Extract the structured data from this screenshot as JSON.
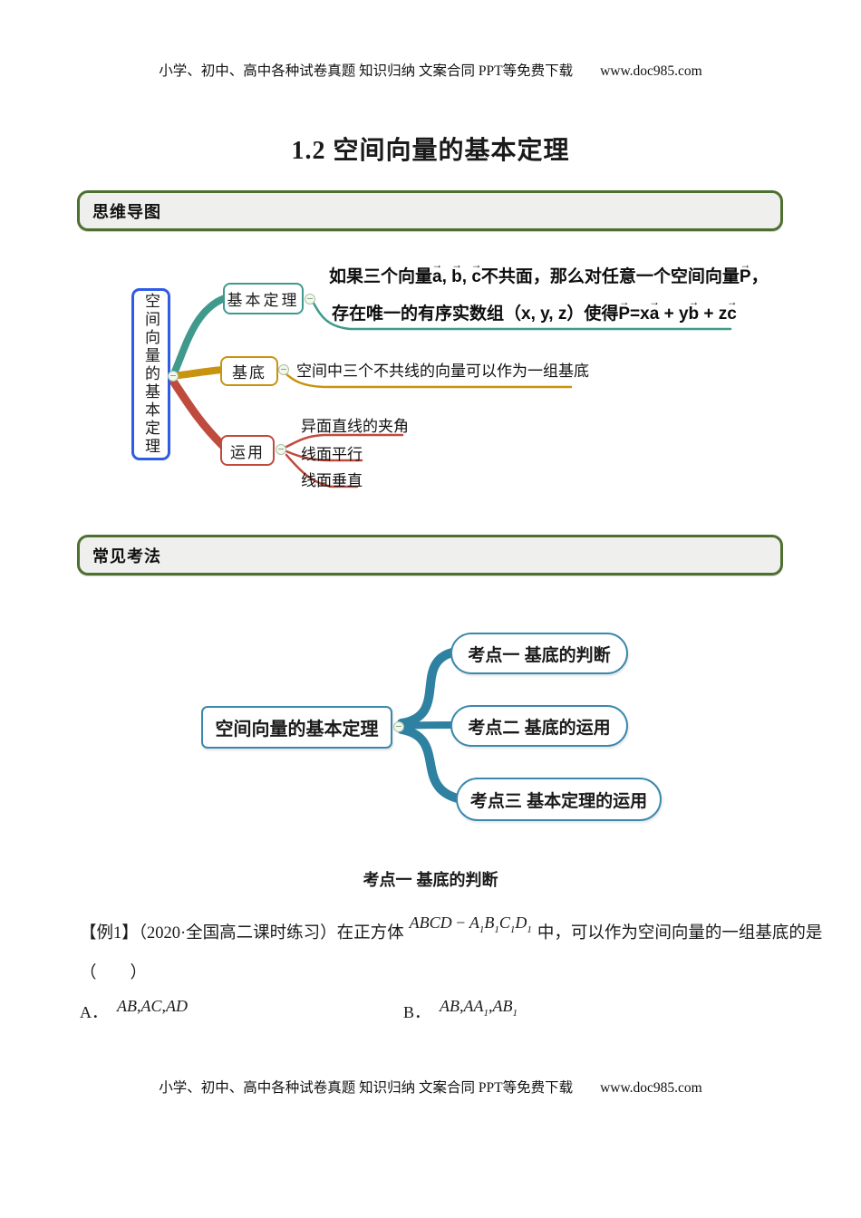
{
  "header": {
    "text": "小学、初中、高中各种试卷真题 知识归纳 文案合同 PPT等免费下载",
    "url": "www.doc985.com"
  },
  "title": "1.2 空间向量的基本定理",
  "sections": {
    "mindmap": "思维导图",
    "methods": "常见考法"
  },
  "colors": {
    "teal": "#3f9a8d",
    "gold": "#c8930f",
    "red": "#bf4b3e",
    "root_blue": "#2f5be5",
    "map2_blue": "#2e81a0",
    "banner_green": "#4d7030"
  },
  "mindmap1": {
    "root": "空间向量的基本定理",
    "branch_theorem": "基本定理",
    "branch_basis": "基底",
    "branch_apply": "运用",
    "theorem_line1": [
      {
        "t": "如果三个向量"
      },
      {
        "t": "a",
        "vec": true
      },
      {
        "t": ", "
      },
      {
        "t": "b",
        "vec": true
      },
      {
        "t": ", "
      },
      {
        "t": "c",
        "vec": true
      },
      {
        "t": "不共面，那么对任意一个空间向量"
      },
      {
        "t": "P",
        "vec": true
      },
      {
        "t": "，"
      }
    ],
    "theorem_line2": [
      {
        "t": "存在唯一的有序实数组（x, y, z）使得"
      },
      {
        "t": "P",
        "vec": true
      },
      {
        "t": "="
      },
      {
        "t": "x"
      },
      {
        "t": "a",
        "vec": true
      },
      {
        "t": " + "
      },
      {
        "t": "y"
      },
      {
        "t": "b",
        "vec": true
      },
      {
        "t": " + "
      },
      {
        "t": "z"
      },
      {
        "t": "c",
        "vec": true
      }
    ],
    "basis_note": "空间中三个不共线的向量可以作为一组基底",
    "apply_items": [
      "异面直线的夹角",
      "线面平行",
      "线面垂直"
    ]
  },
  "mindmap2": {
    "root": "空间向量的基本定理",
    "nodes": [
      "考点一 基底的判断",
      "考点二 基底的运用",
      "考点三 基本定理的运用"
    ]
  },
  "content": {
    "heading": "考点一 基底的判断",
    "example_prefix": "【例1】（2020·全国高二课时练习）在正方体",
    "example_math": [
      {
        "t": "ABCD",
        "i": true
      },
      {
        "t": " − "
      },
      {
        "t": "A",
        "i": true
      },
      {
        "t": "1",
        "sub": true
      },
      {
        "t": "B",
        "i": true
      },
      {
        "t": "1",
        "sub": true
      },
      {
        "t": "C",
        "i": true
      },
      {
        "t": "1",
        "sub": true
      },
      {
        "t": "D",
        "i": true
      },
      {
        "t": "1",
        "sub": true
      }
    ],
    "example_suffix": "中，可以作为空间向量的一组基底的是",
    "blank": "（　　）",
    "options": [
      {
        "label": "A．",
        "math": [
          {
            "t": "AB",
            "i": true
          },
          {
            "t": ","
          },
          {
            "t": "AC",
            "i": true
          },
          {
            "t": ","
          },
          {
            "t": "AD",
            "i": true
          }
        ]
      },
      {
        "label": "B．",
        "math": [
          {
            "t": "AB",
            "i": true
          },
          {
            "t": ","
          },
          {
            "t": "AA",
            "i": true
          },
          {
            "t": "1",
            "sub": true
          },
          {
            "t": ","
          },
          {
            "t": "AB",
            "i": true
          },
          {
            "t": "1",
            "sub": true
          }
        ]
      }
    ]
  },
  "footer": {
    "text": "小学、初中、高中各种试卷真题 知识归纳 文案合同 PPT等免费下载",
    "url": "www.doc985.com"
  }
}
